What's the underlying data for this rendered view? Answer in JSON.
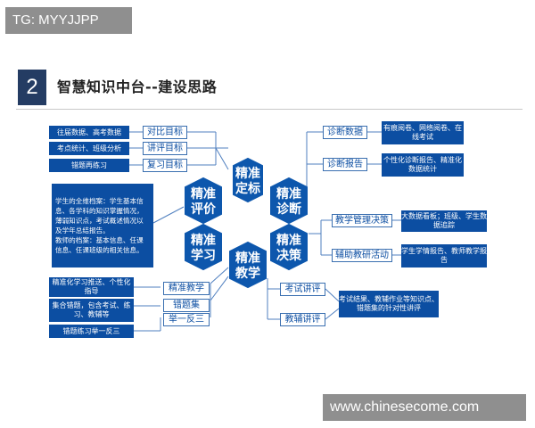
{
  "tag": "TG: MYYJJPP",
  "section_number": "2",
  "title": "智慧知识中台--建设思路",
  "watermark": "www.chinesecome.com",
  "colors": {
    "primary": "#0c4ea2",
    "hex": "#0d57ad",
    "line": "#4f7fbf"
  },
  "hexagons": {
    "top": [
      "精准",
      "定标"
    ],
    "upper_left": [
      "精准",
      "评价"
    ],
    "upper_right": [
      "精准",
      "诊断"
    ],
    "lower_left": [
      "精准",
      "学习"
    ],
    "lower_right": [
      "精准",
      "决策"
    ],
    "bottom": [
      "精准",
      "教学"
    ]
  },
  "left": {
    "targets": [
      {
        "label": "对比目标",
        "detail": "往届数据、高考数据"
      },
      {
        "label": "讲评目标",
        "detail": "考点统计、班级分析"
      },
      {
        "label": "复习目标",
        "detail": "错题再练习"
      }
    ],
    "profile_text": "学生的全维档案：学生基本信息、各学科的知识掌握情况，薄弱知识点，考试概述情况以及学年总结报告。\n教师的档案：基本信息、任课信息、任课班级的相关信息。",
    "learning": [
      {
        "label": "精准教学",
        "detail": "精准化学习推送、个性化指导"
      },
      {
        "label": "错题集",
        "detail": "集合错题，包含考试、练习、教辅等"
      },
      {
        "label": "举一反三",
        "detail": "错题练习举一反三"
      }
    ]
  },
  "right": {
    "diagnosis": [
      {
        "label": "诊断数据",
        "detail": "有痕阅卷、网络阅卷、在线考试"
      },
      {
        "label": "诊断报告",
        "detail": "个性化诊断报告、精准化数据统计"
      }
    ],
    "decision": [
      {
        "label": "教学管理决策",
        "detail": "大数据看板；班级、学生数据追踪"
      },
      {
        "label": "辅助教研活动",
        "detail": "学生学情报告、教师教学报告"
      }
    ],
    "teaching": [
      {
        "label": "考试讲评"
      },
      {
        "label": "教辅讲评"
      }
    ],
    "teaching_detail": "考试结果、教辅作业等知识点、错题集的针对性讲评"
  }
}
